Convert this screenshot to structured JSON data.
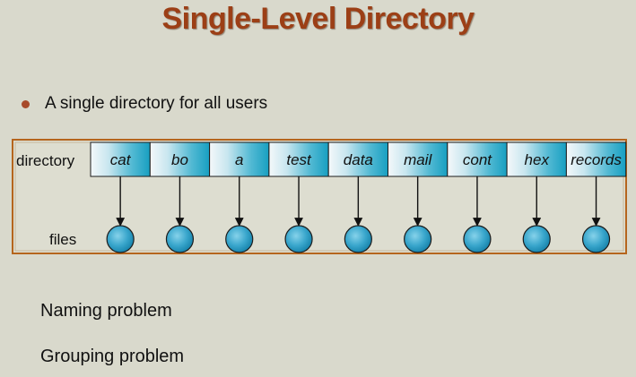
{
  "title": "Single-Level Directory",
  "bullet": "A single directory for all users",
  "diagram": {
    "row_label": "directory",
    "files_label": "files",
    "entries": [
      "cat",
      "bo",
      "a",
      "test",
      "data",
      "mail",
      "cont",
      "hex",
      "records"
    ]
  },
  "notes": [
    "Naming problem",
    "Grouping problem"
  ],
  "colors": {
    "title": "#9c3f16",
    "bullet": "#a84a2a",
    "cell_teal": "#20a6c6",
    "file_circle": "#2e9ec4",
    "frame": "#b5651d",
    "background": "#d9d9cc"
  }
}
